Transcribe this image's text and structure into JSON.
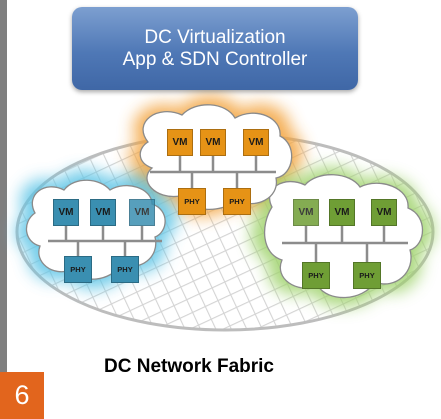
{
  "controller": {
    "line1": "DC Virtualization",
    "line2": "App & SDN Controller"
  },
  "fabric_label": "DC Network Fabric",
  "page_number": "6",
  "clouds": {
    "top": {
      "vms": [
        "VM",
        "VM",
        "VM"
      ],
      "phys": [
        "PHY",
        "PHY"
      ],
      "glow": "#f3a23b",
      "box_color": "#e69316"
    },
    "left": {
      "vms": [
        "VM",
        "VM",
        "VM"
      ],
      "phys": [
        "PHY",
        "PHY"
      ],
      "glow": "#5bc4e6",
      "box_color": "#3a8fb1"
    },
    "right": {
      "vms": [
        "VM",
        "VM",
        "VM"
      ],
      "phys": [
        "PHY",
        "PHY"
      ],
      "glow": "#9ed26a",
      "box_color": "#6f9e35"
    }
  },
  "colors": {
    "controller": "#4f78b6",
    "badge": "#e2651d",
    "side_bar": "#7f7f7f"
  }
}
